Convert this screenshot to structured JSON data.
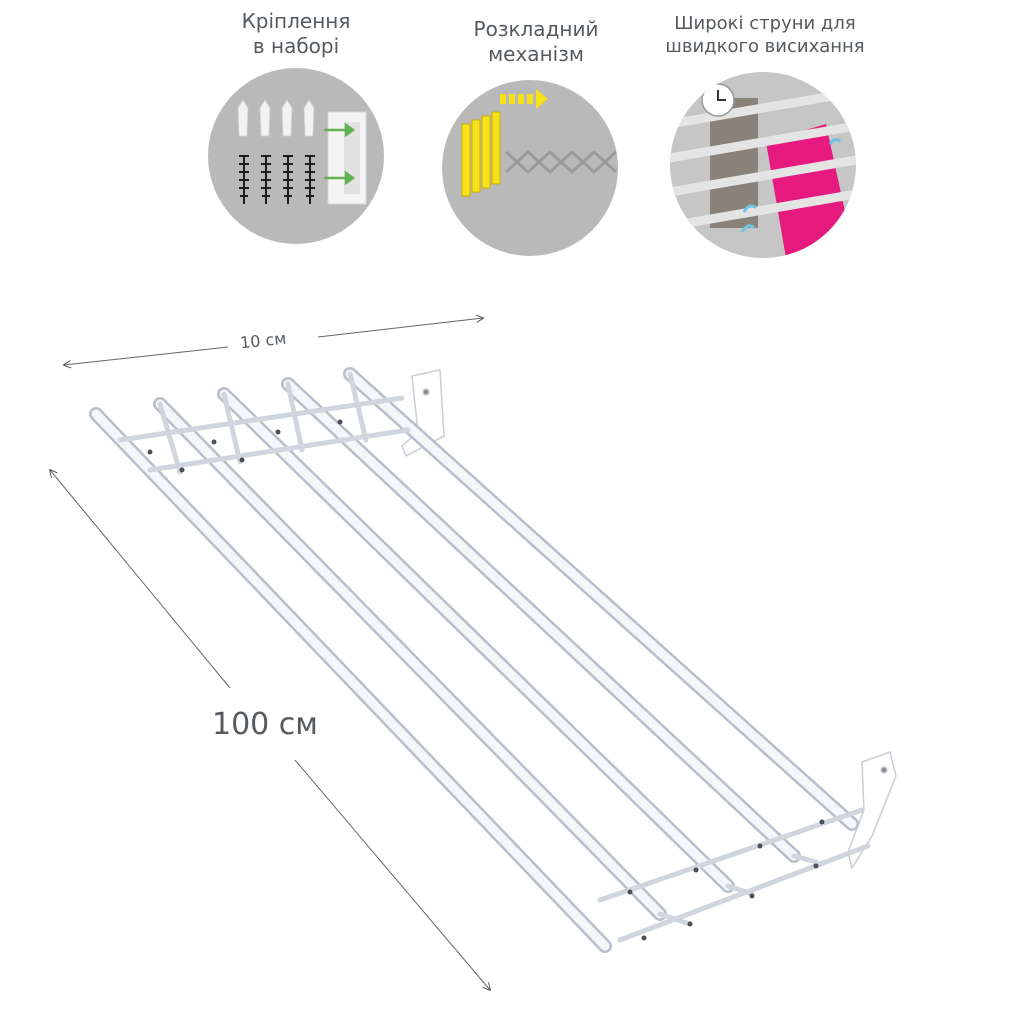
{
  "features": [
    {
      "line1": "Кріплення",
      "line2": "в наборі",
      "icon": "dowel-screw-mount-icon"
    },
    {
      "line1": "Розкладний",
      "line2": "механізм",
      "icon": "folding-mechanism-icon"
    },
    {
      "line1": "Широкі струни для",
      "line2": "швидкого висихання",
      "icon": "wide-bars-drying-icon"
    }
  ],
  "dimensions": {
    "width_label": "10 см",
    "length_label": "100 см"
  },
  "colors": {
    "text": "#555a5e",
    "circle_bg": "#b9b9b9",
    "accent_yellow": "#f7e11b",
    "towel_pink": "#e6197e",
    "arrow_green": "#5fb24f"
  }
}
